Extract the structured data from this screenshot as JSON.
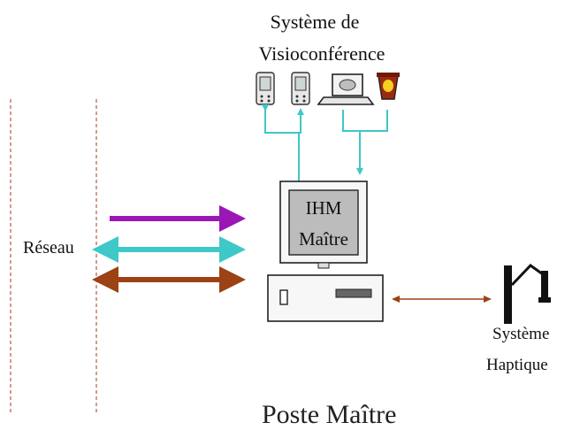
{
  "labels": {
    "visio_line1": "Système de",
    "visio_line2": "Visioconférence",
    "reseau": "Réseau",
    "ihm_line1": "IHM",
    "ihm_line2": "Maître",
    "haptic_line1": "Système",
    "haptic_line2": "Haptique",
    "poste": "Poste Maître"
  },
  "colors": {
    "purple_arrow": "#9a17b5",
    "cyan_arrow": "#3ec8c8",
    "brown_arrow": "#9c4214",
    "dashed_line": "#b05a4a",
    "connector_cyan": "#3ec8c8",
    "haptic_link": "#9c4214"
  },
  "icons": [
    "pda-icon",
    "pda-icon",
    "laptop-icon",
    "webcam-icon",
    "computer-monitor-icon",
    "computer-case-icon",
    "haptic-arm-icon"
  ]
}
